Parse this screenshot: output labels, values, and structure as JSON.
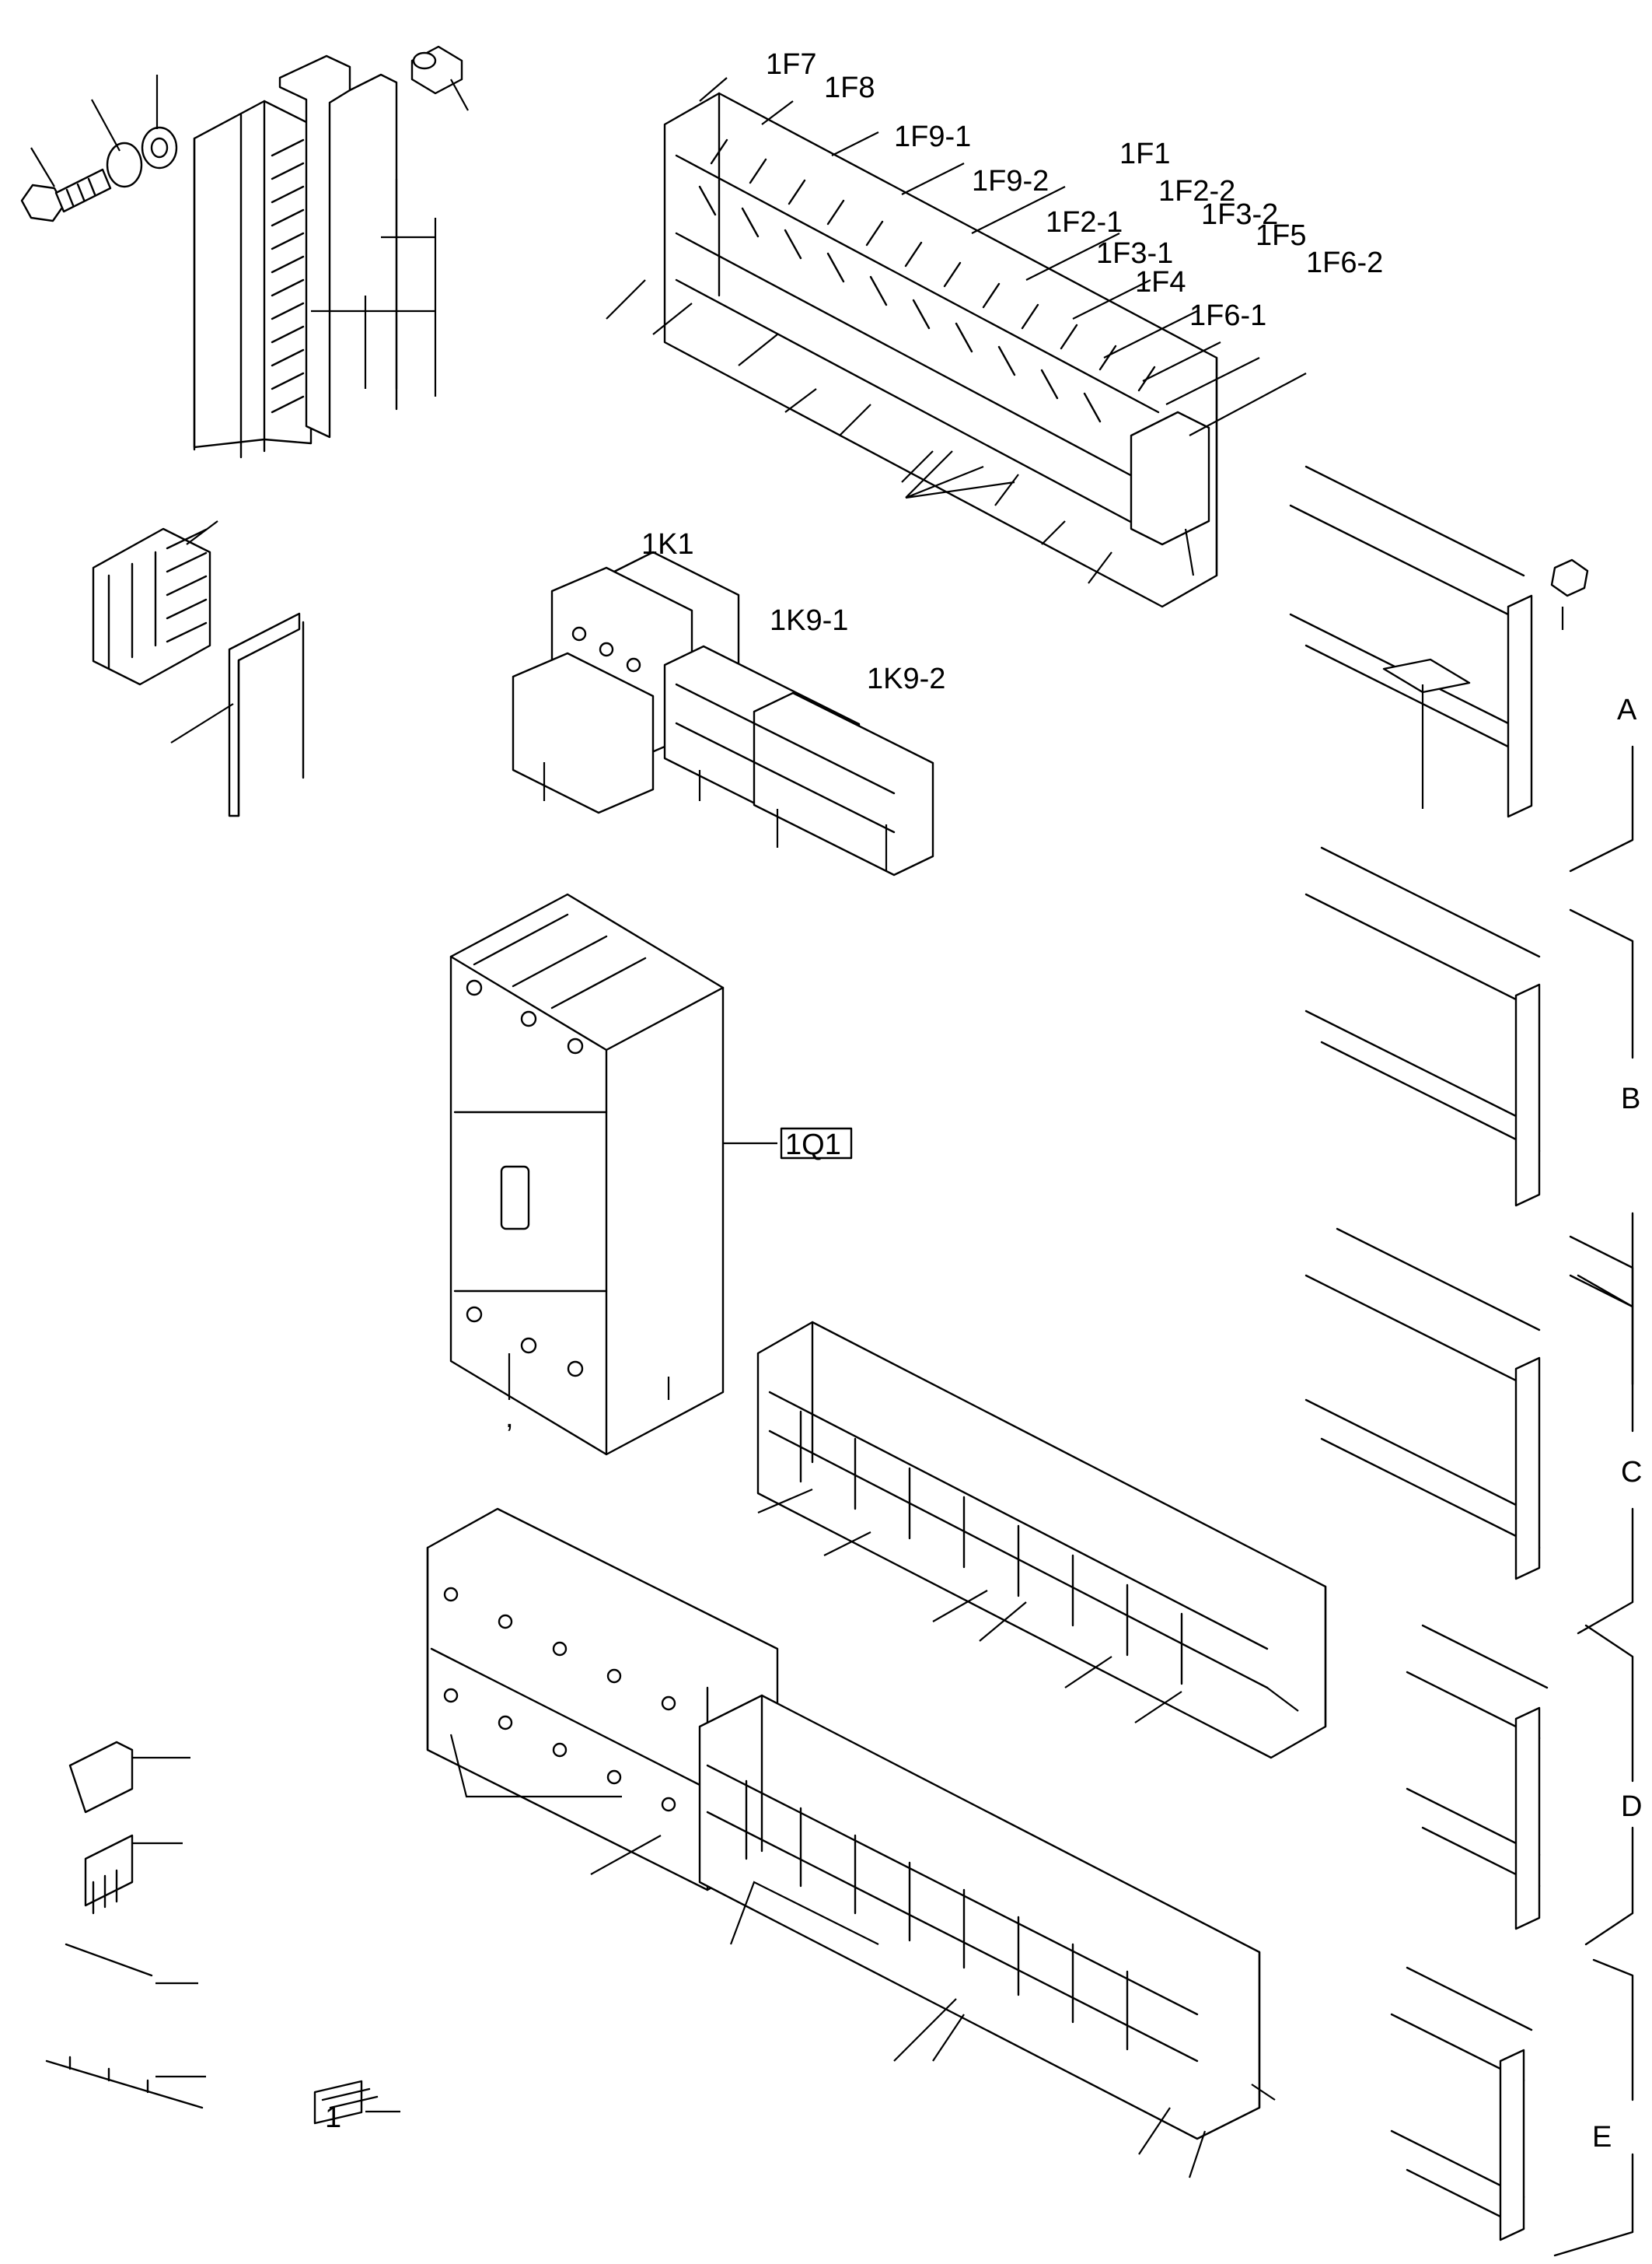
{
  "breakers_row": [
    "1F7",
    "1F8",
    "1F9-1",
    "1F9-2",
    "1F2-1",
    "1F1",
    "1F2-2",
    "1F3-1",
    "1F3-2",
    "1F4",
    "1F5",
    "1F6-1",
    "1F6-2"
  ],
  "contactors": [
    "1K1",
    "1K9-1",
    "1K9-2"
  ],
  "main_switch": "1Q1",
  "rail_groups": [
    "A",
    "B",
    "C",
    "D",
    "E"
  ],
  "marker_tag": "1",
  "stray_mark": ","
}
